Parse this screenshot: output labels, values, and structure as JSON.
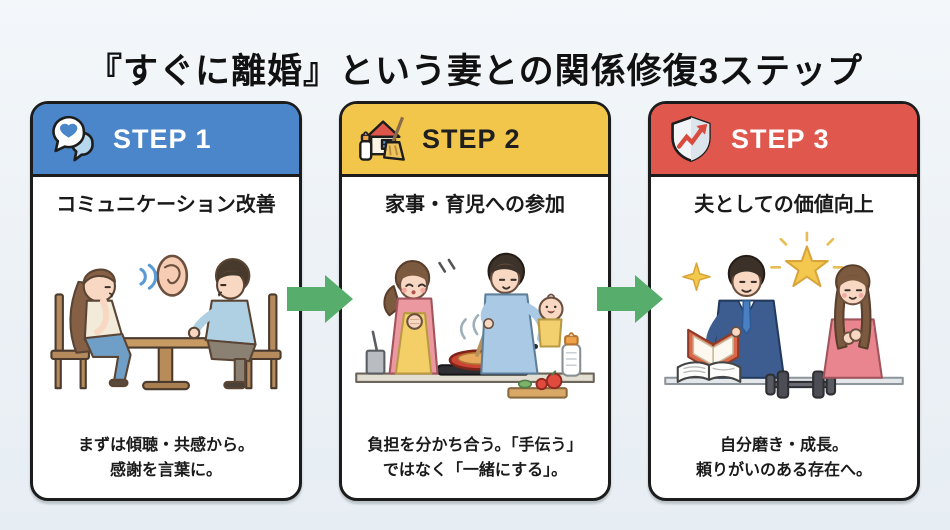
{
  "title": "『すぐに離婚』という妻との関係修復3ステップ",
  "colors": {
    "background": "#edf2f6",
    "card_background": "#ffffff",
    "card_border": "#1c1c1c",
    "arrow_green": "#57ad6c",
    "title_text": "#111111"
  },
  "steps": [
    {
      "badge": "STEP 1",
      "heading": "コミュニケーション改善",
      "caption_line1": "まずは傾聴・共感から。",
      "caption_line2": "感謝を言葉に。",
      "header_color": "#4a86c9",
      "badge_text_color": "#ffffff",
      "icon": "speech-bubbles-heart-icon",
      "illustration": "couple-talking-at-table-with-listening-ear"
    },
    {
      "badge": "STEP 2",
      "heading": "家事・育児への参加",
      "caption_line1": "負担を分かち合う。「手伝う」",
      "caption_line2": "ではなく「一緒にする」。",
      "header_color": "#f1c64b",
      "badge_text_color": "#1f1f1f",
      "icon": "house-bottle-broom-icon",
      "illustration": "father-cooking-with-baby-mother-applauding"
    },
    {
      "badge": "STEP 3",
      "heading": "夫としての価値向上",
      "caption_line1": "自分磨き・成長。",
      "caption_line2": "頼りがいのある存在へ。",
      "header_color": "#e0584d",
      "badge_text_color": "#ffffff",
      "icon": "shield-growth-arrow-icon",
      "illustration": "husband-reading-and-growing-wife-admiring"
    }
  ]
}
